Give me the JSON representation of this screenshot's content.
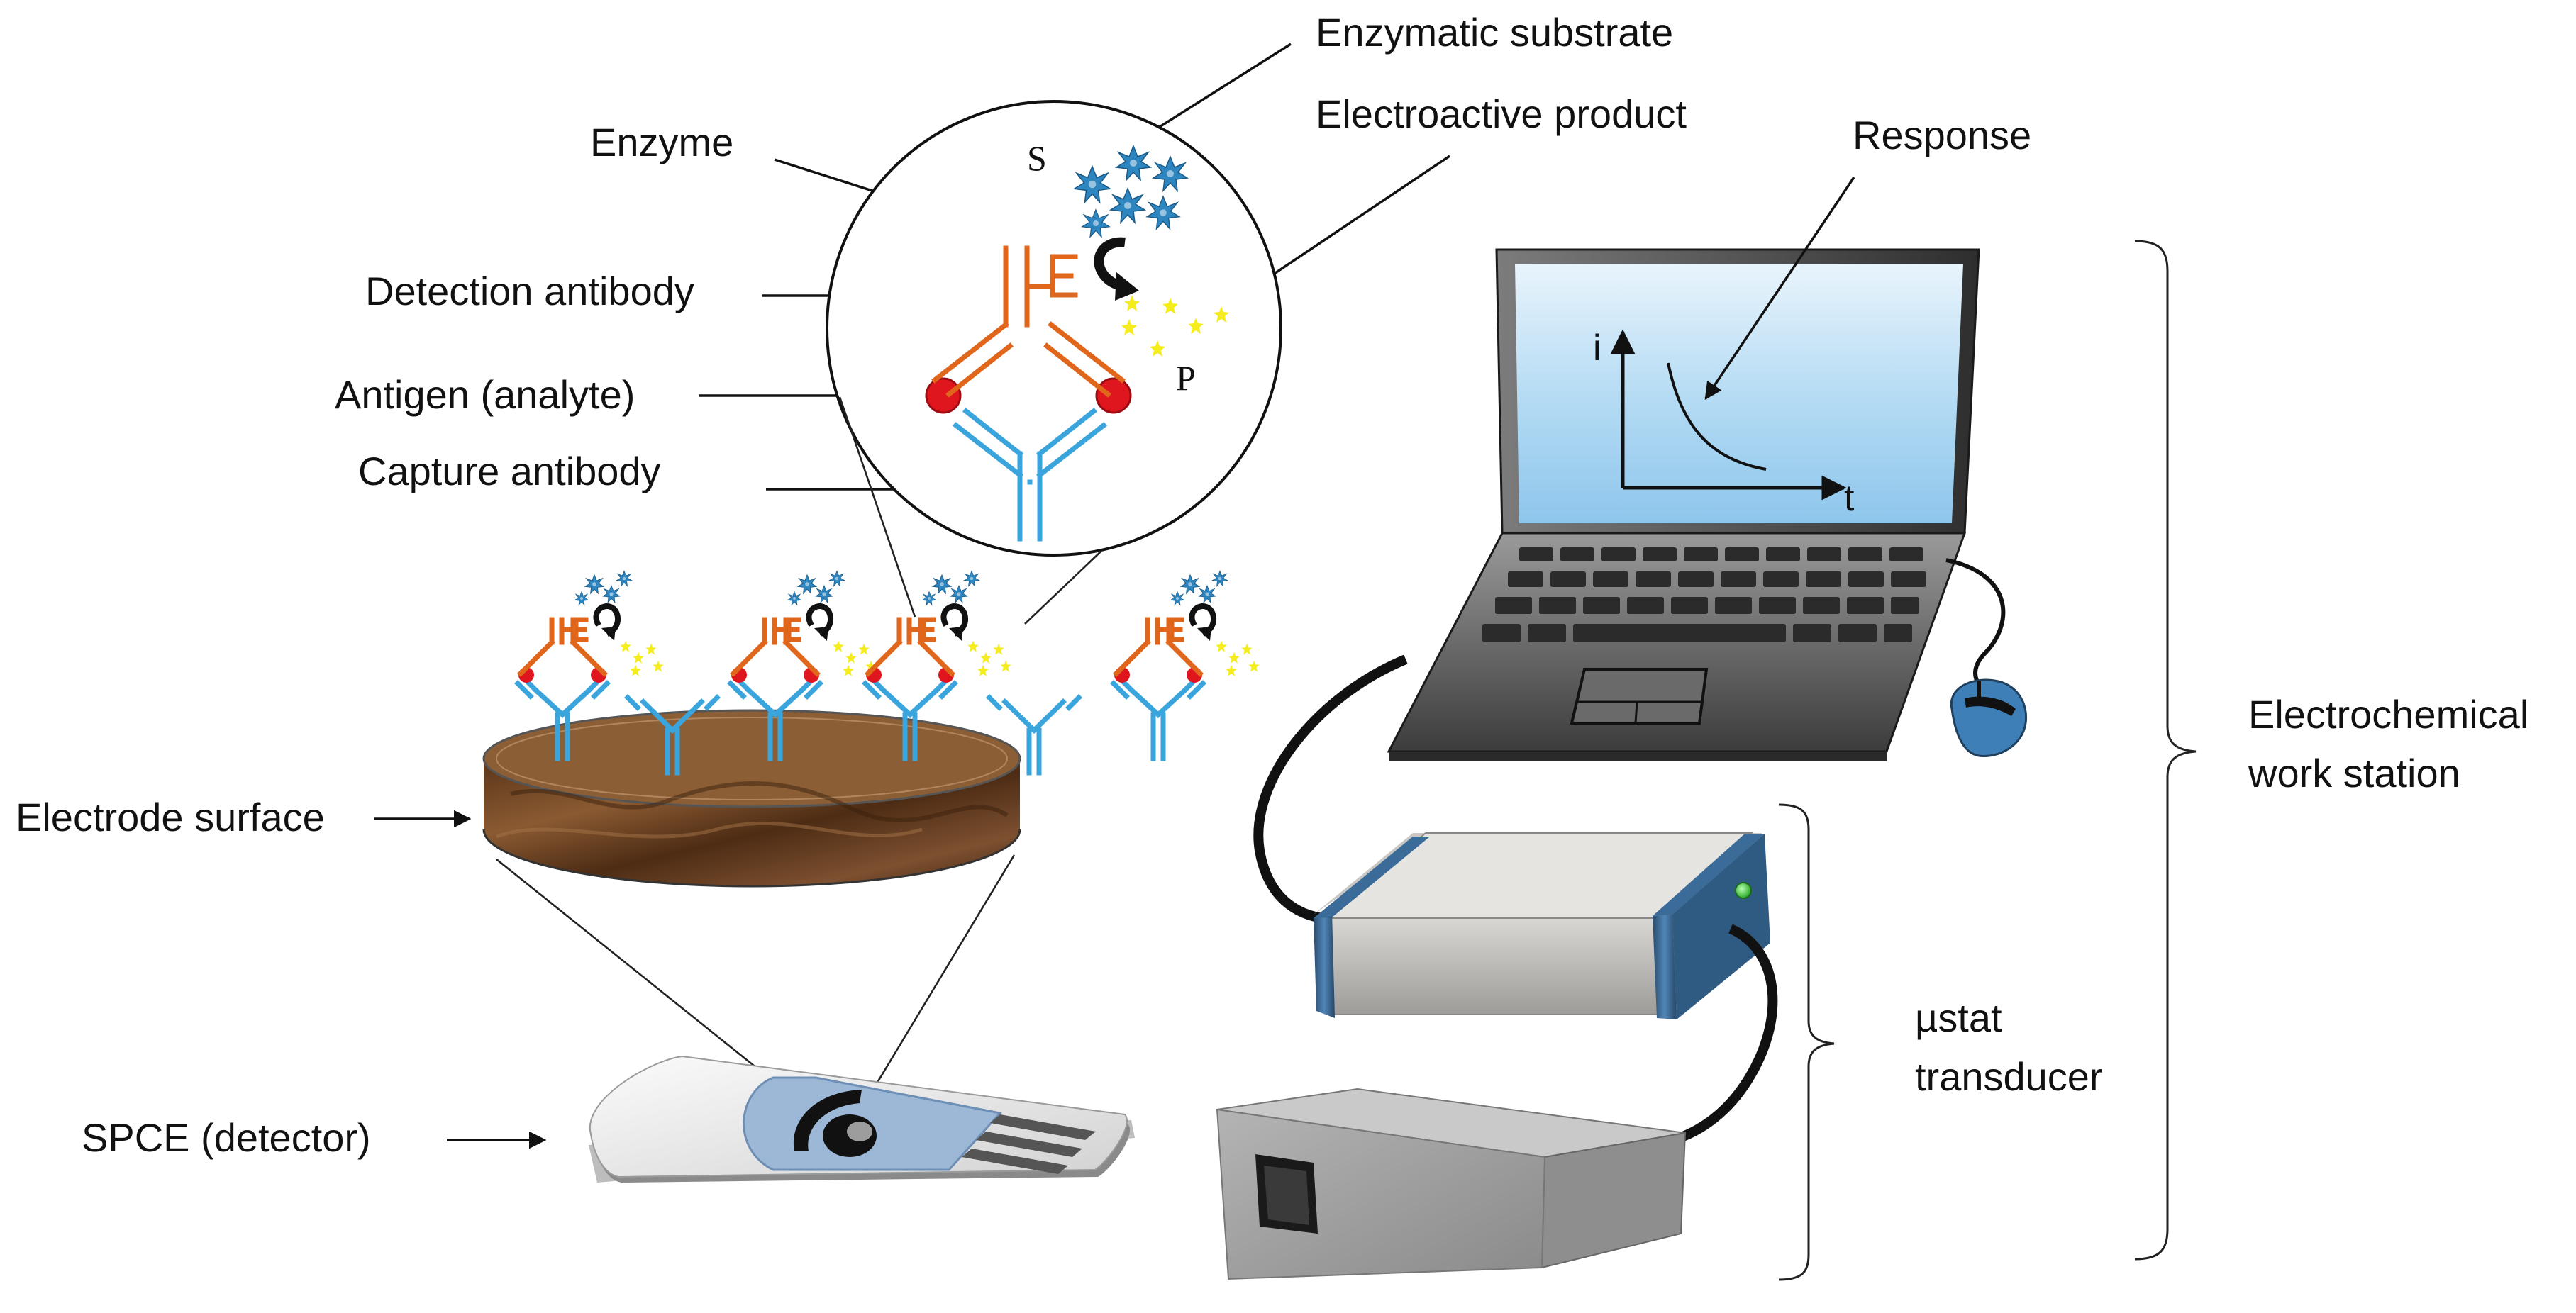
{
  "labels": {
    "enzymatic_substrate": "Enzymatic substrate",
    "electroactive_product": "Electroactive product",
    "enzyme": "Enzyme",
    "response": "Response",
    "detection_antibody": "Detection antibody",
    "antigen": "Antigen (analyte)",
    "capture_antibody": "Capture antibody",
    "electrode_surface": "Electrode surface",
    "spce": "SPCE (detector)",
    "workstation_line1": "Electrochemical",
    "workstation_line2": "work station",
    "ustat_line1": "µstat",
    "ustat_line2": "transducer"
  },
  "inset": {
    "substrate_symbol": "S",
    "product_symbol": "P",
    "enzyme_symbol": "E"
  },
  "screen_graph": {
    "y_axis": "i",
    "x_axis": "t"
  },
  "colors": {
    "detection_antibody": "#E0661B",
    "capture_antibody": "#3AA4DC",
    "antigen": "#E0161E",
    "substrate": "#2E86C1",
    "product": "#F5EC1E",
    "electrode": "#6B4226",
    "screen": "#A9D4F0",
    "spce_working_area": "#9DB8D6",
    "status_led": "#39C239"
  }
}
